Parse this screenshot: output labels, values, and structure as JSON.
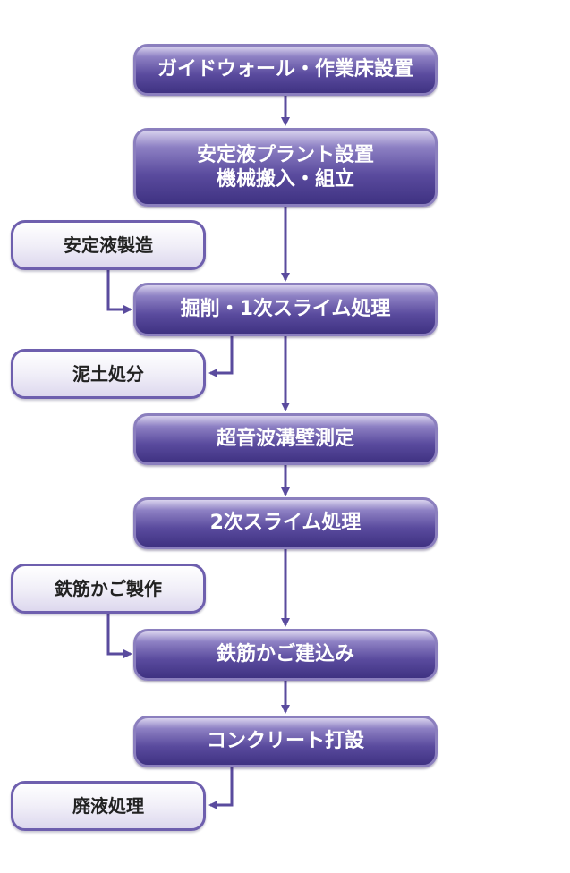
{
  "main_steps": [
    {
      "lines": [
        "ガイドウォール・作業床設置"
      ]
    },
    {
      "lines": [
        "安定液プラント設置",
        "機械搬入・組立"
      ]
    },
    {
      "lines": [
        "掘削・1次スライム処理"
      ]
    },
    {
      "lines": [
        "超音波溝壁測定"
      ]
    },
    {
      "lines": [
        "2次スライム処理"
      ]
    },
    {
      "lines": [
        "鉄筋かご建込み"
      ]
    },
    {
      "lines": [
        "コンクリート打設"
      ]
    }
  ],
  "side_steps": [
    {
      "label": "安定液製造"
    },
    {
      "label": "泥土処分"
    },
    {
      "label": "鉄筋かご製作"
    },
    {
      "label": "廃液処理"
    }
  ],
  "colors": {
    "main_dark": "#3f3282",
    "main_light": "#d9d3ee",
    "arrow": "#5a4b9e",
    "side_border": "#6e5fae"
  }
}
